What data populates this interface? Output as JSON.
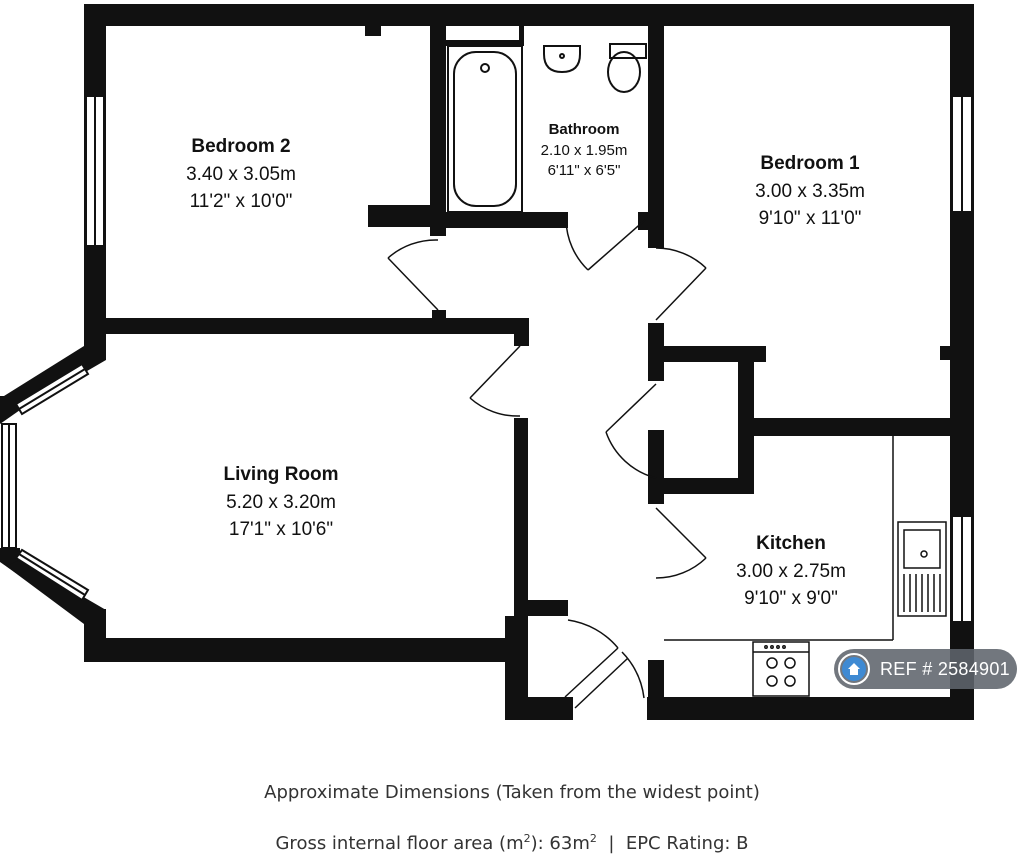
{
  "rooms": {
    "bedroom2": {
      "name": "Bedroom 2",
      "metric": "3.40 x 3.05m",
      "imperial": "11'2\" x 10'0\""
    },
    "bathroom": {
      "name": "Bathroom",
      "metric": "2.10 x 1.95m",
      "imperial": "6'11\" x 6'5\""
    },
    "bedroom1": {
      "name": "Bedroom 1",
      "metric": "3.00 x 3.35m",
      "imperial": "9'10\" x 11'0\""
    },
    "living": {
      "name": "Living Room",
      "metric": "5.20 x 3.20m",
      "imperial": "17'1\" x 10'6\""
    },
    "kitchen": {
      "name": "Kitchen",
      "metric": "3.00 x 2.75m",
      "imperial": "9'10\" x 9'0\""
    }
  },
  "reference": {
    "text": "REF # 2584901",
    "icon": "house-icon"
  },
  "footer": {
    "note": "Approximate Dimensions (Taken from the widest point)",
    "area_prefix": "Gross internal floor area (m",
    "area_sup": "2",
    "area_value": "): 63m",
    "area_sup2": "2",
    "epc": "  |  EPC Rating: B"
  }
}
